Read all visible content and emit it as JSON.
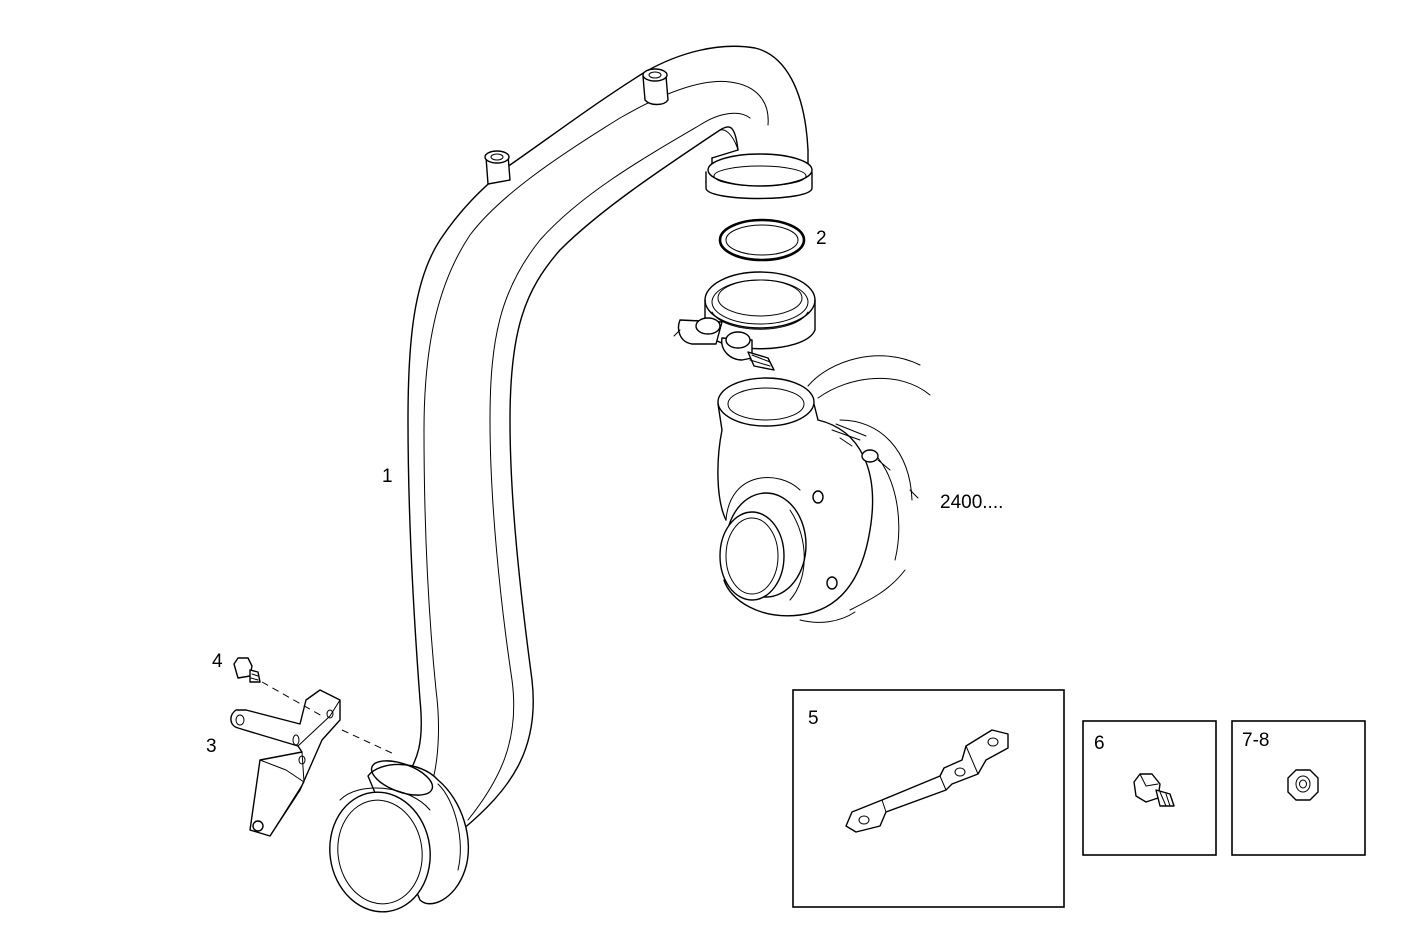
{
  "callouts": {
    "part_1": "1",
    "part_2": "2",
    "part_3": "3",
    "part_4": "4",
    "part_5": "5",
    "part_6": "6",
    "part_7_8": "7-8",
    "reference": "2400...."
  },
  "colors": {
    "line": "#000000",
    "background": "#ffffff"
  }
}
